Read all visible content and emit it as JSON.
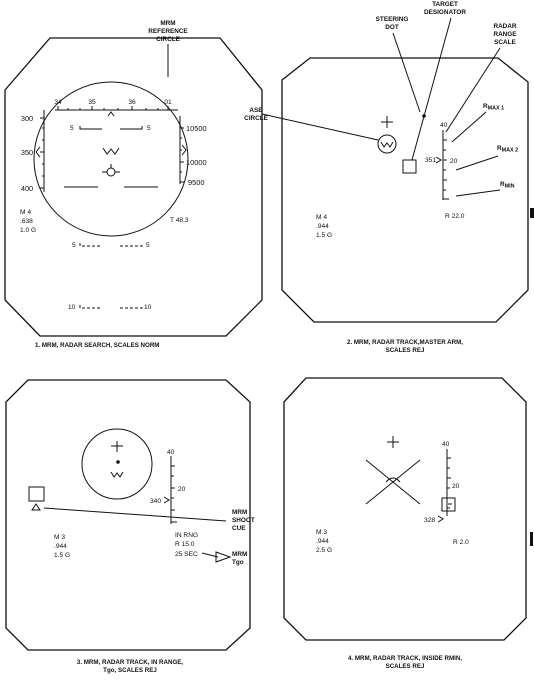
{
  "panel1": {
    "callout": [
      "MRM",
      "REFERENCE",
      "CIRCLE"
    ],
    "headings": [
      "34",
      "35",
      "36",
      "01"
    ],
    "speeds": [
      "300",
      "350",
      "400"
    ],
    "altitudes": [
      "10500",
      "10000",
      "9500"
    ],
    "pitch_top": [
      "5",
      "5"
    ],
    "pitch_mid": [
      "5",
      "5"
    ],
    "pitch_low": [
      "10",
      "10"
    ],
    "mach": "M 4",
    "mach_val": ".638",
    "g_load": "1.0 G",
    "time": "T 48.3",
    "caption": "1.  MRM, RADAR SEARCH, SCALES NORM"
  },
  "panel2": {
    "callout_steering": [
      "STEERING",
      "DOT"
    ],
    "callout_target": [
      "TARGET",
      "DESIGNATOR"
    ],
    "callout_range": [
      "RADAR",
      "RANGE",
      "SCALE"
    ],
    "callout_ase": [
      "ASE",
      "CIRCLE"
    ],
    "rmax1": {
      "r": "R",
      "sub": "MAX 1"
    },
    "rmax2": {
      "r": "R",
      "sub": "MAX 2"
    },
    "rmin": {
      "r": "R",
      "sub": "MIN"
    },
    "scale_top": "40",
    "scale_mid": "20",
    "range_marker": "351",
    "mach": "M 4",
    "mach_val": ".944",
    "g_load": "1.5 G",
    "range": "R 22.0",
    "caption": [
      "2.  MRM, RADAR TRACK,MASTER ARM,",
      "SCALES REJ"
    ]
  },
  "panel3": {
    "scale_top": "40",
    "scale_mid": "20",
    "range_marker": "340",
    "in_rng": "IN RNG",
    "range": "R 15.0",
    "tgo": "25 SEC",
    "mach": "M  3",
    "mach_val": ".944",
    "g_load": "1.5 G",
    "callout_shoot": [
      "MRM",
      "SHOOT",
      "CUE"
    ],
    "callout_tgo": [
      "MRM",
      "Tgo"
    ],
    "caption": [
      "3.  MRM, RADAR TRACK, IN RANGE,",
      "Tgo, SCALES REJ"
    ]
  },
  "panel4": {
    "scale_top": "40",
    "scale_mid": "20",
    "range_marker": "328",
    "mach": "M  3",
    "mach_val": ".944",
    "g_load": "2.5 G",
    "range": "R 2.0",
    "caption": [
      "4.  MRM, RADAR TRACK, INSIDE RMIN,",
      "SCALES REJ"
    ]
  }
}
